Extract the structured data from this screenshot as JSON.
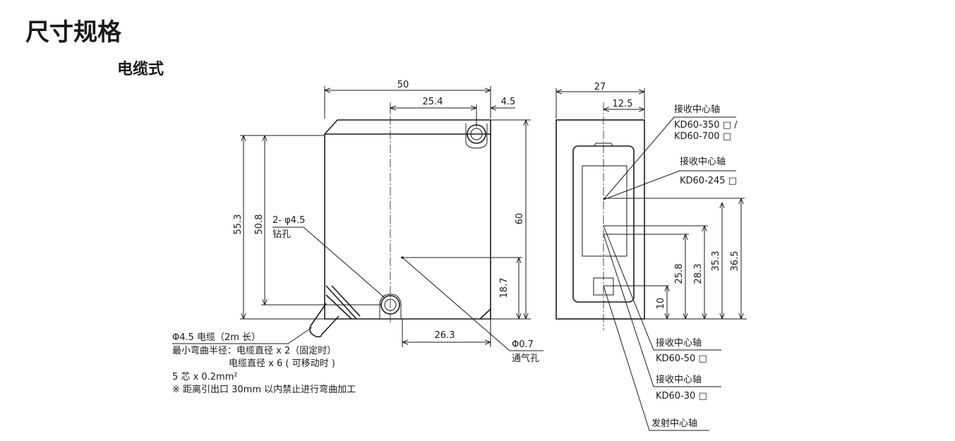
{
  "page": {
    "title": "尺寸规格",
    "subtitle": "电缆式"
  },
  "front_view": {
    "dims": {
      "width": "50",
      "center": "25.4",
      "edge": "4.5",
      "h1": "55.3",
      "h2": "50.8",
      "height": "60",
      "vent_h": "18.7",
      "vent_w": "26.3"
    },
    "hole_label": [
      "2- φ4.5",
      "钻孔"
    ],
    "vent_label": [
      "Φ0.7",
      "通气孔"
    ],
    "cable_notes": [
      "Φ4.5 电缆（2m 长）",
      "最小弯曲半径：电缆直径 x 2（固定时）",
      "电缆直径 x 6 ( 可移动时 )",
      "5 芯 x 0.2mm²",
      "※ 距离引出口 30mm 以内禁止进行弯曲加工"
    ]
  },
  "side_view": {
    "dims": {
      "width": "27",
      "center": "12.5",
      "d10": "10",
      "d25_8": "25.8",
      "d28_3": "28.3",
      "d35_3": "35.3",
      "d36_5": "36.5"
    },
    "labels": [
      {
        "title": "接收中心轴",
        "models": [
          "KD60-350 □ /",
          "KD60-700 □"
        ]
      },
      {
        "title": "接收中心轴",
        "models": [
          "KD60-245 □"
        ]
      },
      {
        "title": "接收中心轴",
        "models": [
          "KD60-50 □"
        ]
      },
      {
        "title": "接收中心轴",
        "models": [
          "KD60-30 □"
        ]
      },
      {
        "title": "发射中心轴",
        "models": []
      }
    ]
  }
}
